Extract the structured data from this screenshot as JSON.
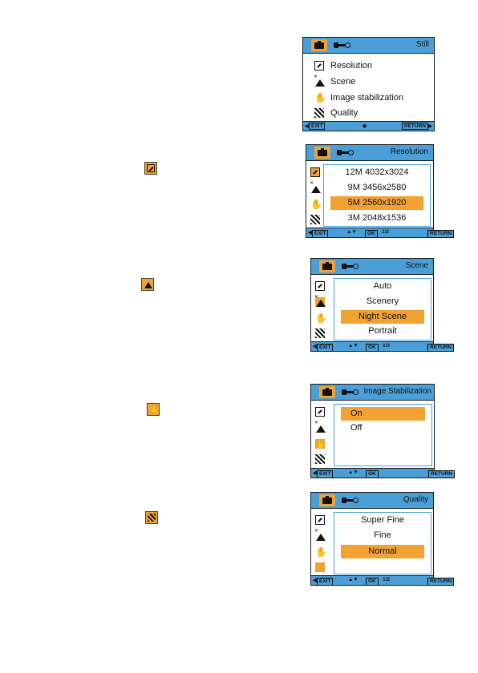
{
  "colors": {
    "header": "#4a9fd8",
    "highlight": "#f1a232",
    "border": "#1a1a1a"
  },
  "icons": {
    "camera": "camera-icon",
    "settings": "wrench-icon",
    "resolution": "resolution-icon",
    "scene": "scene-icon",
    "stabilization": "hand-icon",
    "quality": "quality-icon"
  },
  "footer": {
    "exit": "EXIT",
    "ret": "RETURN",
    "ok": "OK"
  },
  "screen1": {
    "title": "Still",
    "items": [
      "Resolution",
      "Scene",
      "Image stabilization",
      "Quality"
    ]
  },
  "screen2": {
    "title": "Resolution",
    "options": [
      "12M 4032x3024",
      "9M 3456x2580",
      "5M 2560x1920",
      "3M 2048x1536"
    ],
    "selected": "5M 2560x1920",
    "page": "1/2"
  },
  "screen3": {
    "title": "Scene",
    "options": [
      "Auto",
      "Scenery",
      "Night Scene",
      "Portrait"
    ],
    "selected": "Night Scene",
    "page": "1/3"
  },
  "screen4": {
    "title": "Image Stabilization",
    "options": [
      "On",
      "Off"
    ],
    "selected": "On"
  },
  "screen5": {
    "title": "Quality",
    "options": [
      "Super Fine",
      "Fine",
      "Normal"
    ],
    "selected": "Normal",
    "page": "1/2"
  }
}
